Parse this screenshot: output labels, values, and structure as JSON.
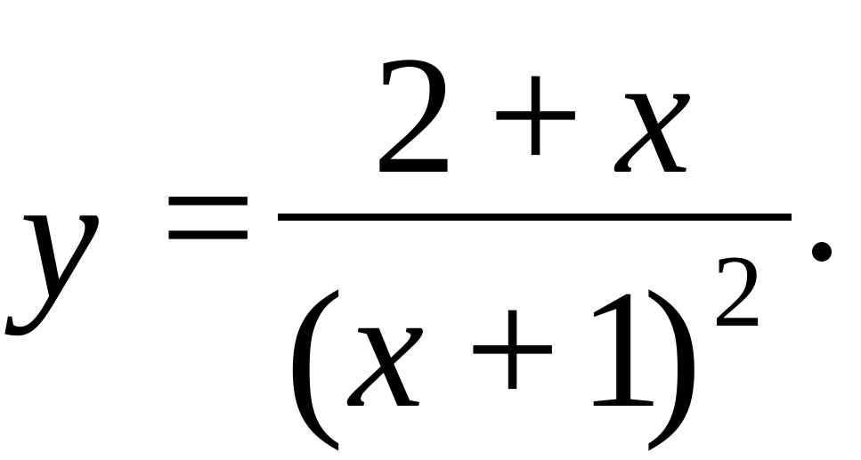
{
  "formula": {
    "lhs": "y",
    "equals": "=",
    "numerator": {
      "constant": "2",
      "operator": "+",
      "variable": "x"
    },
    "denominator": {
      "open_paren": "(",
      "variable": "x",
      "operator": "+",
      "constant": "1",
      "close_paren": ")",
      "exponent": "2"
    },
    "terminator": "."
  }
}
